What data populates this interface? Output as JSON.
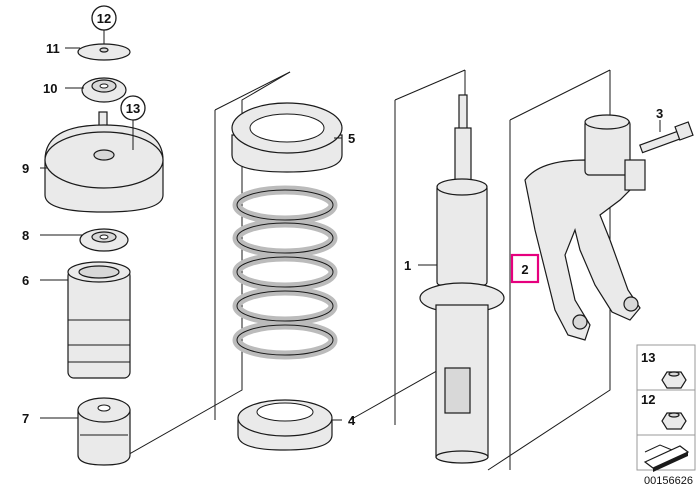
{
  "callouts": {
    "c1": "1",
    "c2": "2",
    "c3": "3",
    "c4": "4",
    "c5": "5",
    "c6": "6",
    "c7": "7",
    "c8": "8",
    "c9": "9",
    "c10": "10",
    "c11": "11",
    "c12": "12",
    "c13": "13"
  },
  "legend": {
    "item13": "13",
    "item12": "12"
  },
  "diagram_id": "00156626",
  "colors": {
    "highlight": "#e6007e"
  }
}
